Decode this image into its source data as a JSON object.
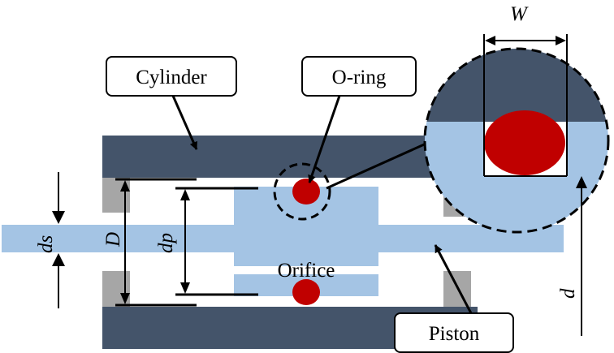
{
  "labels": {
    "cylinder": "Cylinder",
    "oring": "O-ring",
    "orifice": "Orifice",
    "piston": "Piston"
  },
  "dimensions": {
    "W": "W",
    "ds": "ds",
    "D": "D",
    "dp": "dp",
    "d": "d"
  },
  "colors": {
    "cylinder": "#44546a",
    "piston": "#a4c4e4",
    "oring": "#c00000",
    "seal": "#a6a6a6",
    "outline": "#000000"
  }
}
